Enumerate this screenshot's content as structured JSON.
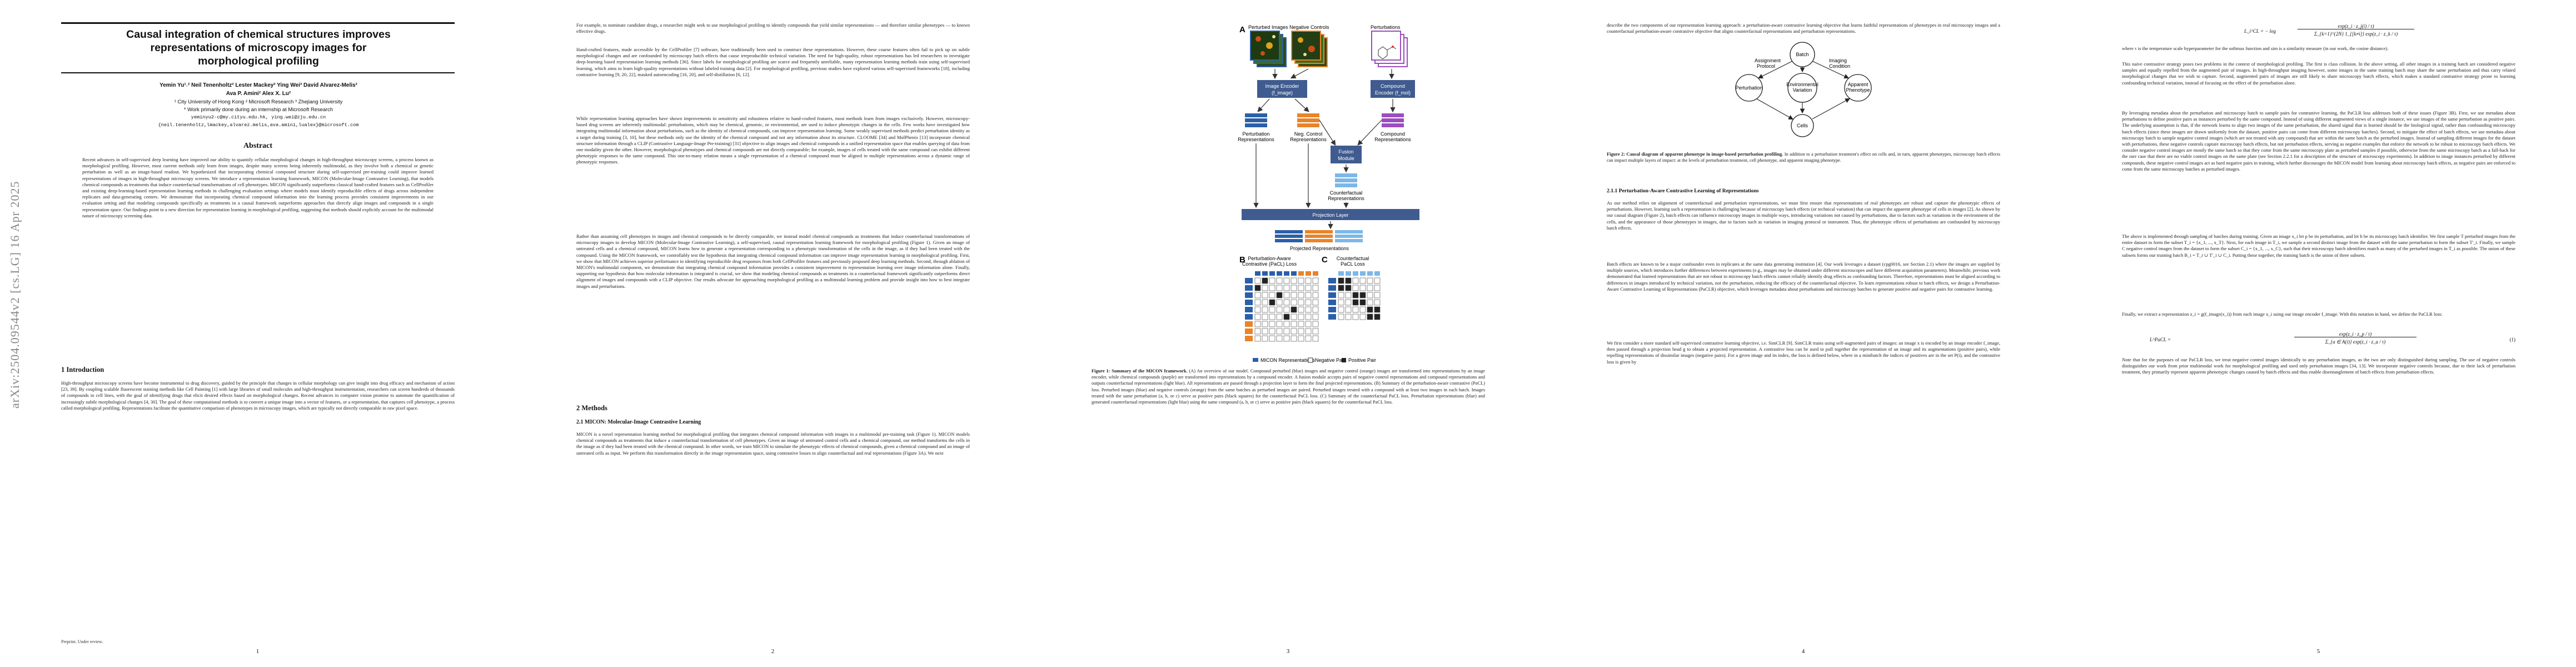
{
  "pages": [
    {
      "number": "1"
    },
    {
      "number": "2"
    },
    {
      "number": "3"
    },
    {
      "number": "4"
    },
    {
      "number": "5"
    }
  ],
  "arxiv_id": "arXiv:2504.09544v2  [cs.LG]  16 Apr 2025",
  "title_line1": "Causal integration of chemical structures improves",
  "title_line2": "representations of microscopy images for",
  "title_line3": "morphological profiling",
  "authors_line1": "Yemin Yu¹˒²   Neil Tenenholtz²   Lester Mackey²   Ying Wei³   David Alvarez-Melis²",
  "authors_line2": "Ava P. Amini²   Alex X. Lu²",
  "affil_line1": "¹ City University of Hong Kong   ² Microsoft Research   ³ Zhejiang University",
  "affil_line2": "* Work primarily done during an internship at Microsoft Research",
  "email_line1": "yeminyu2-c@my.cityu.edu.hk, ying.wei@zju.edu.cn",
  "email_line2": "{neil.tenenholtz,lmackey,alvarez.melis,ava.amini,lualex}@microsoft.com",
  "abstract_heading": "Abstract",
  "abstract_text": "Recent advances in self-supervised deep learning have improved our ability to quantify cellular morphological changes in high-throughput microscopy screens, a process known as morphological profiling. However, most current methods only learn from images, despite many screens being inherently multimodal, as they involve both a chemical or genetic perturbation as well as an image-based readout. We hypothesized that incorporating chemical compound structure during self-supervised pre-training could improve learned representations of images in high-throughput microscopy screens. We introduce a representation learning framework, MICON (Molecular-Image Contrastive Learning), that models chemical compounds as treatments that induce counterfactual transformations of cell phenotypes. MICON significantly outperforms classical hand-crafted features such as CellProfiler and existing deep-learning-based representation learning methods in challenging evaluation settings where models must identify reproducible effects of drugs across independent replicates and data-generating centers. We demonstrate that incorporating chemical compound information into the learning process provides consistent improvements in our evaluation setting and that modeling compounds specifically as treatments in a causal framework outperforms approaches that directly align images and compounds in a single representation space. Our findings point to a new direction for representation learning in morphological profiling, suggesting that methods should explicitly account for the multimodal nature of microscopy screening data.",
  "intro_heading": "1   Introduction",
  "intro_text": "High-throughput microscopy screens have become instrumental to drug discovery, guided by the principle that changes in cellular morphology can give insight into drug efficacy and mechanism of action [23, 39]. By coupling scalable fluorescent staining methods like Cell Painting [1] with large libraries of small molecules and high-throughput instrumentation, researchers can screen hundreds of thousands of compounds in cell lines, with the goal of identifying drugs that elicit desired effects based on morphological changes. Recent advances in computer vision promise to automate the quantification of increasingly subtle morphological changes [4, 30]. The goal of these computational methods is to convert a unique image into a vector of features, or a representation, that captures cell phenotype, a process called morphological profiling. Representations facilitate the quantitative comparison of phenotypes in microscopy images, which are typically not directly comparable in raw pixel space.",
  "preprint_note": "Preprint. Under review.",
  "p2_para1": "For example, to nominate candidate drugs, a researcher might seek to use morphological profiling to identify compounds that yield similar representations — and therefore similar phenotypes — to known effective drugs.",
  "p2_para2": "Hand-crafted features, made accessible by the CellProfiler [7] software, have traditionally been used to construct these representations. However, these coarse features often fail to pick up on subtle morphological changes and are confounded by microscopy batch effects that cause irreproducible technical variation. The need for high-quality, robust representations has led researchers to investigate deep-learning based representation learning methods [36]. Since labels for morphological profiling are scarce and frequently unreliable, many representation learning methods train using self-supervised learning, which aims to learn high-quality representations without labeled training data [2]. For morphological profiling, previous studies have explored various self-supervised frameworks [18], including contrastive learning [9, 20, 22], masked autoencoding [16, 20], and self-distillation [6, 12].",
  "p2_para3": "While representation learning approaches have shown improvements in sensitivity and robustness relative to hand-crafted features, most methods learn from images exclusively. However, microscopy-based drug screens are inherently multimodal: perturbations, which may be chemical, genomic, or environmental, are used to induce phenotypic changes in the cells. Few works have investigated how integrating multimodal information about perturbations, such as the identity of chemical compounds, can improve representation learning. Some weakly supervised methods predict perturbation identity as a target during training [3, 10], but these methods only use the identity of the chemical compound and not any information about its structure. CLOOME [34] and MolPhenix [13] incorporate chemical structure information through a CLIP (Contrastive Language-Image Pre-training) [31] objective to align images and chemical compounds in a unified representation space that enables querying of data from one modality given the other. However, morphological phenotypes and chemical compounds are not directly comparable; for example, images of cells treated with the same compound can exhibit different phenotypic responses to the same compound. This one-to-many relation means a single representation of a chemical compound must be aligned to multiple representations across a dynamic range of phenotypic responses.",
  "p2_para4": "Rather than assuming cell phenotypes in images and chemical compounds to be directly comparable, we instead model chemical compounds as treatments that induce counterfactual transformations of microscopy images to develop MICON (Molecular-Image Contrastive Learning), a self-supervised, causal representation learning framework for morphological profiling (Figure 1). Given an image of untreated cells and a chemical compound, MICON learns how to generate a representation corresponding to a phenotypic transformation of the cells in the image, as if they had been treated with the compound. Using the MICON framework, we controllably test the hypothesis that integrating chemical compound information can improve image representation learning in morphological profiling. First, we show that MICON achieves superior performance in identifying reproducible drug responses from both CellProfiler features and previously proposed deep learning methods. Second, through ablation of MICON's multimodal component, we demonstrate that integrating chemical compound information provides a consistent improvement in representation learning over image information alone. Finally, supporting our hypothesis that how molecular information is integrated is crucial, we show that modeling chemical compounds as treatments in a counterfactual framework significantly outperforms direct alignment of images and compounds with a CLIP objective. Our results advocate for approaching morphological profiling as a multimodal learning problem and provide insight into how to best integrate images and perturbations.",
  "methods_heading": "2   Methods",
  "methods_sub": "2.1   MICON: Molecular-Image Contrastive Learning",
  "methods_text": "MICON is a novel representation learning method for morphological profiling that integrates chemical compound information with images in a multimodal pre-training task (Figure 1). MICON models chemical compounds as treatments that induce a counterfactual transformation of cell phenotypes. Given an image of untreated control cells and a chemical compound, our method transforms the cells in the image as if they had been treated with the chemical compound. In other words, we train MICON to simulate the phenotypic effects of chemical compounds, given a chemical compound and an image of untreated cells as input. We perform this transformation directly in the image representation space, using contrastive losses to align counterfactual and real representations (Figure 3A). We next",
  "figure": {
    "panel_a": "A",
    "panel_b": "B",
    "panel_c": "C",
    "perturbed_images": "Perturbed Images",
    "negative_controls": "Negative Controls",
    "perturbations": "Perturbations",
    "image_encoder_1": "Image Encoder",
    "image_encoder_2": "(f_image)",
    "compound_encoder_1": "Compound",
    "compound_encoder_2": "Encoder (f_mol)",
    "perturbation_reps_1": "Perturbation",
    "perturbation_reps_2": "Representations",
    "neg_control_reps_1": "Neg. Control",
    "neg_control_reps_2": "Representations",
    "compound_reps_1": "Compound",
    "compound_reps_2": "Representations",
    "fusion_module_1": "Fusion",
    "fusion_module_2": "Module",
    "counterfactual_reps_1": "Counterfactual",
    "counterfactual_reps_2": "Representations",
    "projection_layer": "Projection Layer",
    "projected_reps": "Projected Representations",
    "pa_loss_1": "Perturbation-Aware",
    "pa_loss_2": "Contrastive (PaCL) Loss",
    "cf_loss_1": "Counterfactual",
    "cf_loss_2": "PaCL Loss",
    "legend_micon": "MICON Representations",
    "legend_negative": "Negative Pair",
    "legend_positive": "Positive Pair",
    "caption_bold": "Figure 1: Summary of the MICON framework.",
    "caption_text": "(A) An overview of our model. Compound perturbed (blue) images and negative control (orange) images are transformed into representations by an image encoder, while chemical compounds (purple) are transformed into representations by a compound encoder. A fusion module accepts pairs of negative control representations and compound representations and outputs counterfactual representations (light blue). All representations are passed through a projection layer to form the final projected representations. (B) Summary of the perturbation-aware contrastive (PaCL) loss. Perturbed images (blue) and negative controls (orange) from the same batches as perturbed images are paired. Perturbed images treated with a compound with at least two images in each batch. Images treated with the same perturbation (a, b, or c) serve as positive pairs (black squares) for the counterfactual PaCL loss. (C) Summary of the counterfactual PaCL loss. Perturbation representations (blue) and generated counterfactual representations (light blue) using the same compound (a, b, or c) serve as positive pairs (black squares) for the counterfactual PaCL loss."
  },
  "p4_para1": "describe the two components of our representation learning approach: a perturbation-aware contrastive learning objective that learns faithful representations of phenotypes in real microscopy images and a counterfactual perturbation-aware contrastive objective that aligns counterfactual representations and perturbation representations.",
  "causal": {
    "batch": "Batch",
    "assignment": "Assignment",
    "protocol": "Protocol",
    "imaging": "Imaging",
    "condition": "Condition",
    "perturbation": "Perturbation",
    "env_var_1": "Environmental",
    "env_var_2": "Variation",
    "apparent_1": "Apparent",
    "apparent_2": "Phenotype",
    "cells": "Cells"
  },
  "fig2_caption_bold": "Figure 2: Causal diagram of apparent phenotype in image-based perturbation profiling.",
  "fig2_caption_text": "In addition to a perturbation treatment's effect on cells and, in turn, apparent phenotypes, microscopy batch effects can impact multiple layers of impact: at the levels of perturbation treatment, cell phenotype, and apparent imaging phenotype.",
  "p4_sub": "2.1.1   Perturbation-Aware Contrastive Learning of Representations",
  "p4_para2": "As our method relies on alignment of counterfactual and perturbation representations, we must first ensure that representations of real phenotypes are robust and capture the phenotypic effects of perturbations. However, learning such a representation is challenging because of microscopy batch effects (or technical variation) that can impact the apparent phenotype of cells in images [2]. As shown by our causal diagram (Figure 2), batch effects can influence microscopy images in multiple ways, introducing variations not caused by perturbations, due to factors such as variations in the environment of the cells, and the appearance of those phenotypes in images, due to factors such as variation in imaging protocol or instrument. Thus, the phenotypic effects of perturbations are confounded by microscopy batch effects.",
  "p4_para3": "Batch effects are known to be a major confounder even in replicates at the same data generating institution [4]. Our work leverages a dataset (cpg0016, see Section 2.1) where the images are supplied by multiple sources, which introduces further differences between experiments (e.g., images may be obtained under different microscopes and have different acquisition parameters). Meanwhile, previous work demonstrated that learned representations that are not robust to microscopy batch effects cannot reliably identify drug effects as confounding factors. Therefore, representations must be aligned according to differences in images introduced by technical variation, not the perturbation, reducing the efficacy of the counterfactual objective. To learn representations robust to batch effects, we design a Perturbation-Aware Contrastive Learning of Representations (PaCLR) objective, which leverages metadata about perturbations and microscopy batches to generate positive and negative pairs for contrastive learning.",
  "p4_para4": "We first consider a more standard self-supervised contrastive learning objective, i.e. SimCLR [9]. SimCLR trains using self-augmented pairs of images: an image x is encoded by an image encoder f_image, then passed through a projection head g to obtain a projected representation. A contrastive loss can be used to pull together the representation of an image and its augmentations (positive pairs), while repelling representations of dissimilar images (negative pairs). For a given image and its index, the loss is defined below, where in a minibatch the indices of positives are in the set P(i), and the contrastive loss is given by",
  "p5_para1": "where τ is the temperature scale hyperparameter for the softmax function and sim is a similarity measure (in our work, the cosine distance).",
  "p5_para2": "This naive contrastive strategy poses two problems in the context of morphological profiling. The first is class collision. In the above setting, all other images in a training batch are considered negative samples and equally repelled from the augmented pair of images. In high-throughput imaging however, some images in the same training batch may share the same perturbation and thus carry related morphological changes that we wish to capture. Second, augmented pairs of images are still likely to share microscopy batch effects, which makes a standard contrastive strategy prone to learning confounding technical variation, instead of focusing on the effect of the perturbation alone.",
  "p5_para3": "By leveraging metadata about the perturbation and microscopy batch to sample pairs for contrastive learning, the PaCLR loss addresses both of these issues (Figure 3B). First, we use metadata about perturbations to define positive pairs as instances perturbed by the same compound. Instead of using different augmented views of a single instance, we use images of the same perturbation as positive pairs. The underlying assumption is that, if the network learns to align two images of the same perturbation, the shared signal that is learned should be the biological signal, rather than confounding microscopy batch effects (since these images are drawn uniformly from the dataset, positive pairs can come from different microscopy batches). Second, to mitigate the effect of batch effects, we use metadata about microscopy batch to sample negative control images (which are not treated with any compound) that are within the same batch as the perturbed images. Instead of sampling different images for the dataset with perturbations, these negative controls capture microscopy batch effects, but not perturbation effects, serving as negative examples that enforce the network to be robust to microscopy batch effects. We consider negative control images are mostly the same batch so that they come from the same microscopy plate as perturbed samples if possible, otherwise from the same microscopy batch as a fall-back for the rare case that there are no viable control images on the same plate (see Section 2.2.1 for a description of the structure of microscopy experiments). In addition to image instances perturbed by different compounds, these negative control images act as hard negative pairs in training, which further discourages the MICON model from learning about microscopy batch effects, as negative pairs are enforced to come from the same microscopy batches as perturbed images.",
  "p5_para4": "The above is implemented through sampling of batches during training. Given an image x_i let p be its perturbation, and let b be its microscopy batch identifier. We first sample T perturbed images from the entire dataset to form the subset T_i = {x_1, ..., x_T}. Next, for each image in T_i, we sample a second distinct image from the dataset with the same perturbation to form the subset T'_i. Finally, we sample C negative control images from the dataset to form the subset C_i = {x_1, ..., x_C}, such that their microscopy batch identifiers match as many of the perturbed images in T_i as possible. The union of these subsets forms our training batch B_i = T_i ∪ T'_i ∪ C_i. Putting these together, the training batch is the union of three subsets.",
  "p5_para5": "Finally, we extract a representation z_i = g(f_image(x_i)) from each image x_i using our image encoder f_image. With this notation in hand, we define the PaCLR loss:",
  "p5_para6": "Note that for the purposes of our PaCLR loss, we treat negative control images identically to any perturbation images, as the two are only distinguished during sampling. The use of negative controls distinguishes our work from prior multimodal work for morphological profiling and used only perturbation images [34, 13]. We incorporate negative controls because, due to their lack of perturbation treatment, they primarily represent apparent phenotypic changes caused by batch effects and thus enable disentanglement of batch effects from perturbation effects.",
  "eq1_lhs": "L_i^CL = − log",
  "eq1_num": "exp(z_i · z_j(i) / τ)",
  "eq1_den": "Σ_{k=1}^{2N} 1_{[k≠i]} exp(z_i · z_k / τ)",
  "eq2_lhs": "L^PaCL =",
  "eq2_num": "exp(z_i · z_p / τ)",
  "eq2_den": "Σ_{a ∈ A(i)} exp(z_i · z_a / τ)",
  "eq2_tag": "(1)"
}
